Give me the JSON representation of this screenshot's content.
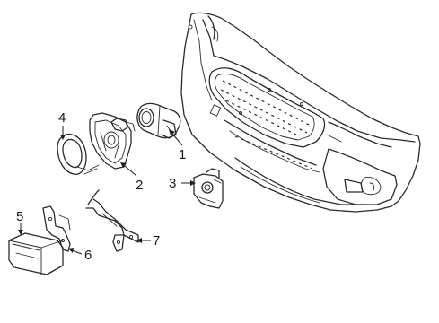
{
  "callouts": [
    {
      "id": "1",
      "label": "1"
    },
    {
      "id": "2",
      "label": "2"
    },
    {
      "id": "3",
      "label": "3"
    },
    {
      "id": "4",
      "label": "4"
    },
    {
      "id": "5",
      "label": "5"
    },
    {
      "id": "6",
      "label": "6"
    },
    {
      "id": "7",
      "label": "7"
    }
  ],
  "colors": {
    "line": "#2b2b2b",
    "background": "#ffffff"
  }
}
